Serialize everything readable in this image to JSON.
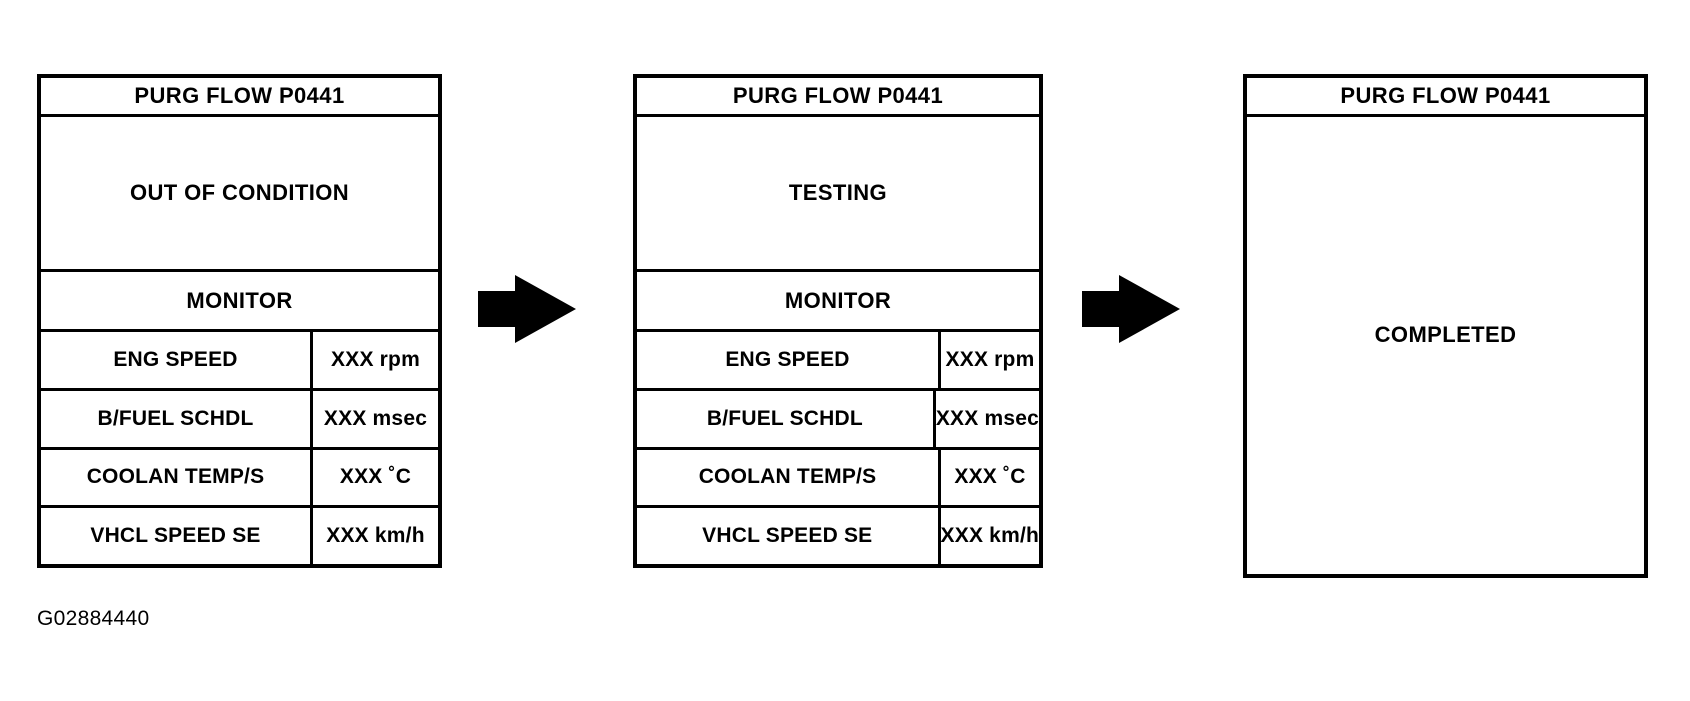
{
  "figure": {
    "caption": "G02884440",
    "colors": {
      "ink": "#000000",
      "background": "#ffffff"
    }
  },
  "panels": [
    {
      "id": "panel-1",
      "header": "PURG FLOW P0441",
      "status": "OUT OF CONDITION",
      "subhead": "MONITOR",
      "rows": [
        {
          "label": "ENG SPEED",
          "value": "XXX rpm"
        },
        {
          "label": "B/FUEL SCHDL",
          "value": "XXX msec"
        },
        {
          "label": "COOLAN TEMP/S",
          "value": "XXX ˚C"
        },
        {
          "label": "VHCL SPEED SE",
          "value": "XXX km/h"
        }
      ]
    },
    {
      "id": "panel-2",
      "header": "PURG FLOW P0441",
      "status": "TESTING",
      "subhead": "MONITOR",
      "rows": [
        {
          "label": "ENG SPEED",
          "value": "XXX rpm"
        },
        {
          "label": "B/FUEL SCHDL",
          "value": "XXX msec"
        },
        {
          "label": "COOLAN TEMP/S",
          "value": "XXX ˚C"
        },
        {
          "label": "VHCL SPEED SE",
          "value": "XXX km/h"
        }
      ]
    },
    {
      "id": "panel-3",
      "header": "PURG FLOW P0441",
      "status": "COMPLETED",
      "subhead": "",
      "rows": []
    }
  ],
  "arrows": [
    {
      "name": "flow-arrow-1",
      "direction": "right"
    },
    {
      "name": "flow-arrow-2",
      "direction": "right"
    }
  ]
}
